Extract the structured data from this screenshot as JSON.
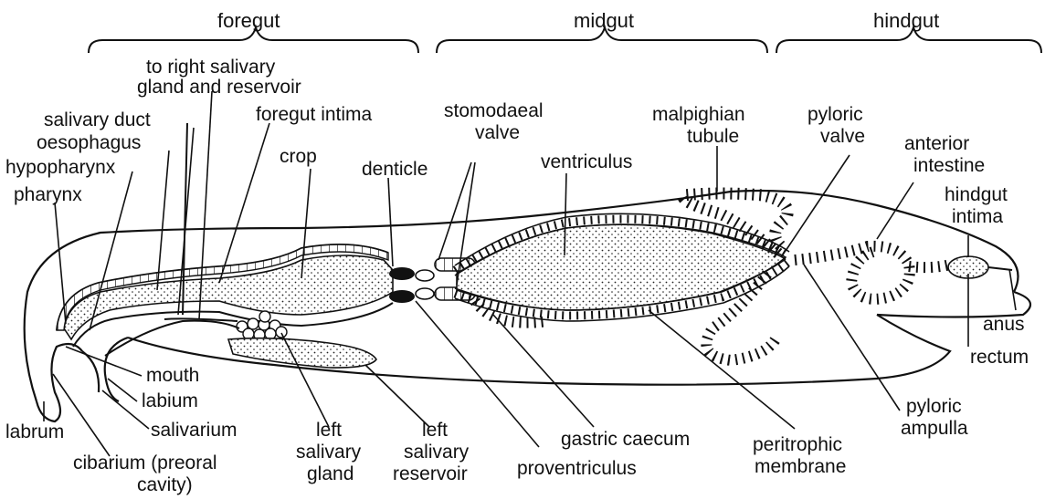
{
  "regions": {
    "foregut": "foregut",
    "midgut": "midgut",
    "hindgut": "hindgut"
  },
  "labels": {
    "to_right_salivary_1": "to right salivary",
    "to_right_salivary_2": "gland and reservoir",
    "salivary_duct": "salivary duct",
    "oesophagus": "oesophagus",
    "hypopharynx": "hypopharynx",
    "pharynx": "pharynx",
    "foregut_intima": "foregut intima",
    "crop": "crop",
    "denticle": "denticle",
    "stomodaeal_1": "stomodaeal",
    "stomodaeal_2": "valve",
    "ventriculus": "ventriculus",
    "malpighian_1": "malpighian",
    "malpighian_2": "tubule",
    "pyloric_valve_1": "pyloric",
    "pyloric_valve_2": "valve",
    "anterior_intestine_1": "anterior",
    "anterior_intestine_2": "intestine",
    "hindgut_intima_1": "hindgut",
    "hindgut_intima_2": "intima",
    "anus": "anus",
    "rectum": "rectum",
    "mouth": "mouth",
    "labium": "labium",
    "labrum": "labrum",
    "salivarium": "salivarium",
    "cibarium_1": "cibarium (preoral",
    "cibarium_2": "cavity)",
    "left_salivary_gland_1": "left",
    "left_salivary_gland_2": "salivary",
    "left_salivary_gland_3": "gland",
    "left_salivary_reservoir_1": "left",
    "left_salivary_reservoir_2": "salivary",
    "left_salivary_reservoir_3": "reservoir",
    "gastric_caecum": "gastric caecum",
    "proventriculus": "proventriculus",
    "peritrophic_1": "peritrophic",
    "peritrophic_2": "membrane",
    "pyloric_ampulla_1": "pyloric",
    "pyloric_ampulla_2": "ampulla"
  }
}
